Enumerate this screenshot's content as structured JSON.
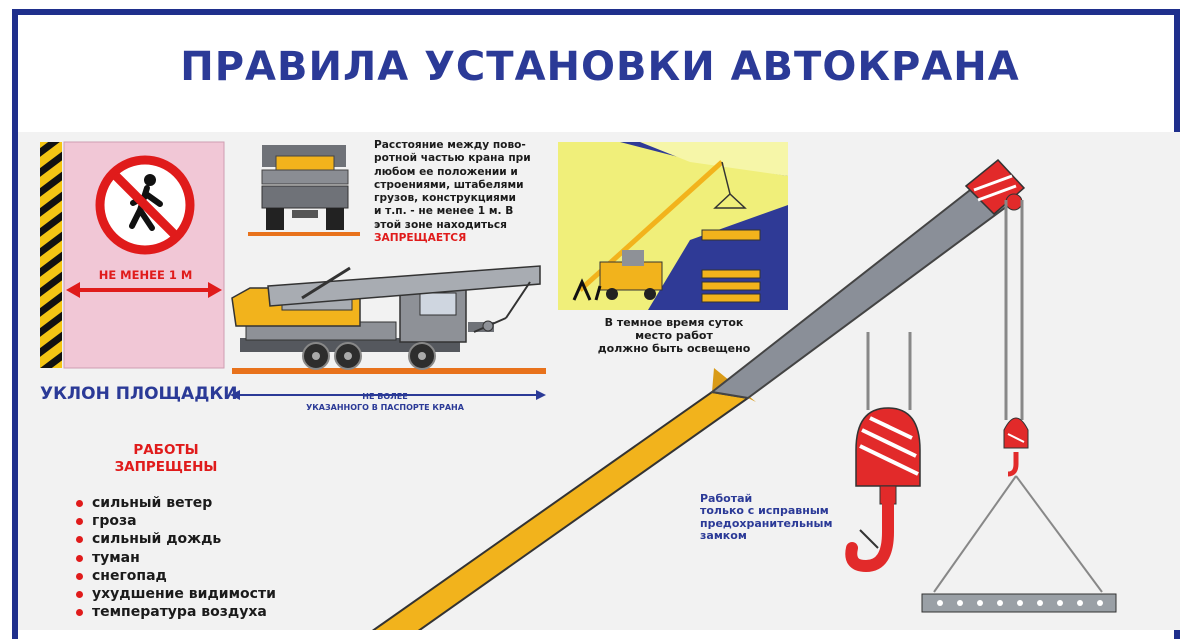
{
  "poster": {
    "title": "ПРАВИЛА УСТАНОВКИ АВТОКРАНА",
    "distance_label": "НЕ МЕНЕЕ 1 М",
    "distance_rule_lines": [
      "Расстояние между пово-",
      "ротной частью крана при",
      "любом ее положении и",
      "строениями, штабелями",
      "грузов, конструкциями",
      "и т.п. - не менее 1 м. В",
      "этой зоне находиться"
    ],
    "distance_rule_warning": "ЗАПРЕЩАЕТСЯ",
    "night_note_lines": [
      "В темное время суток",
      "место работ",
      "должно быть освещено"
    ],
    "slope_label": "УКЛОН ПЛОЩАДКИ",
    "slope_note_lines": [
      "НЕ БОЛЕЕ",
      "УКАЗАННОГО В ПАСПОРТЕ КРАНА"
    ],
    "forbidden_heading_lines": [
      "РАБОТЫ",
      "ЗАПРЕЩЕНЫ"
    ],
    "forbidden_items": [
      "сильный ветер",
      "гроза",
      "сильный дождь",
      "туман",
      "снегопад",
      "ухудшение видимости",
      "температура воздуха"
    ],
    "hook_note_lines": [
      "Работай",
      "только с исправным",
      "предохранительным",
      "замком"
    ]
  },
  "colors": {
    "frame_blue": "#1f2f8c",
    "title_blue": "#2b3a97",
    "warning_red": "#e01b1b",
    "boom_yellow": "#f2b31c",
    "boom_grey": "#8a8f98",
    "hook_red": "#e22a2a"
  },
  "icons": [
    "no-pedestrian-sign-icon",
    "truck-crane-icon",
    "hook-icon"
  ]
}
